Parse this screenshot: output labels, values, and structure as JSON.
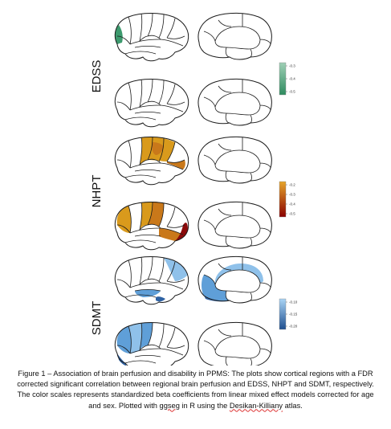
{
  "rows": [
    {
      "label": "EDSS",
      "colorbar": {
        "top_color": "#9fd0b6",
        "bottom_color": "#2e8b5f",
        "ticks": [
          "-0.3",
          "-0.4",
          "-0.5"
        ]
      }
    },
    {
      "label": "NHPT",
      "colorbar": {
        "top_color": "#e6a52a",
        "bottom_color": "#8a0000",
        "ticks": [
          "-0.2",
          "-0.3",
          "-0.4",
          "-0.5"
        ]
      }
    },
    {
      "label": "SDMT",
      "colorbar": {
        "top_color": "#a9d4f5",
        "bottom_color": "#1f4f8f",
        "ticks": [
          "-0.10",
          "-0.15",
          "-0.20"
        ]
      }
    }
  ],
  "colors": {
    "green": "#3d9a6e",
    "gold": "#d99a1c",
    "orange": "#c9781a",
    "darkred": "#8b0a0a",
    "lightblue": "#8fc1ea",
    "midblue": "#5f9fd8",
    "darkblue": "#2f62a3",
    "outline": "#1a1a1a"
  },
  "caption": {
    "text_1": "Figure 1 – Association of brain perfusion and disability in PPMS: The plots show cortical regions with a FDR corrected significant correlation between regional brain perfusion and EDSS, NHPT and SDMT, respectively. The color scales represents standardized beta coefficients from linear mixed effect models corrected for age and sex. Plotted with ",
    "ggseg": "ggseg",
    "text_2": " in R using the ",
    "atlas": "Desikan-Killiany",
    "text_3": " atlas."
  }
}
